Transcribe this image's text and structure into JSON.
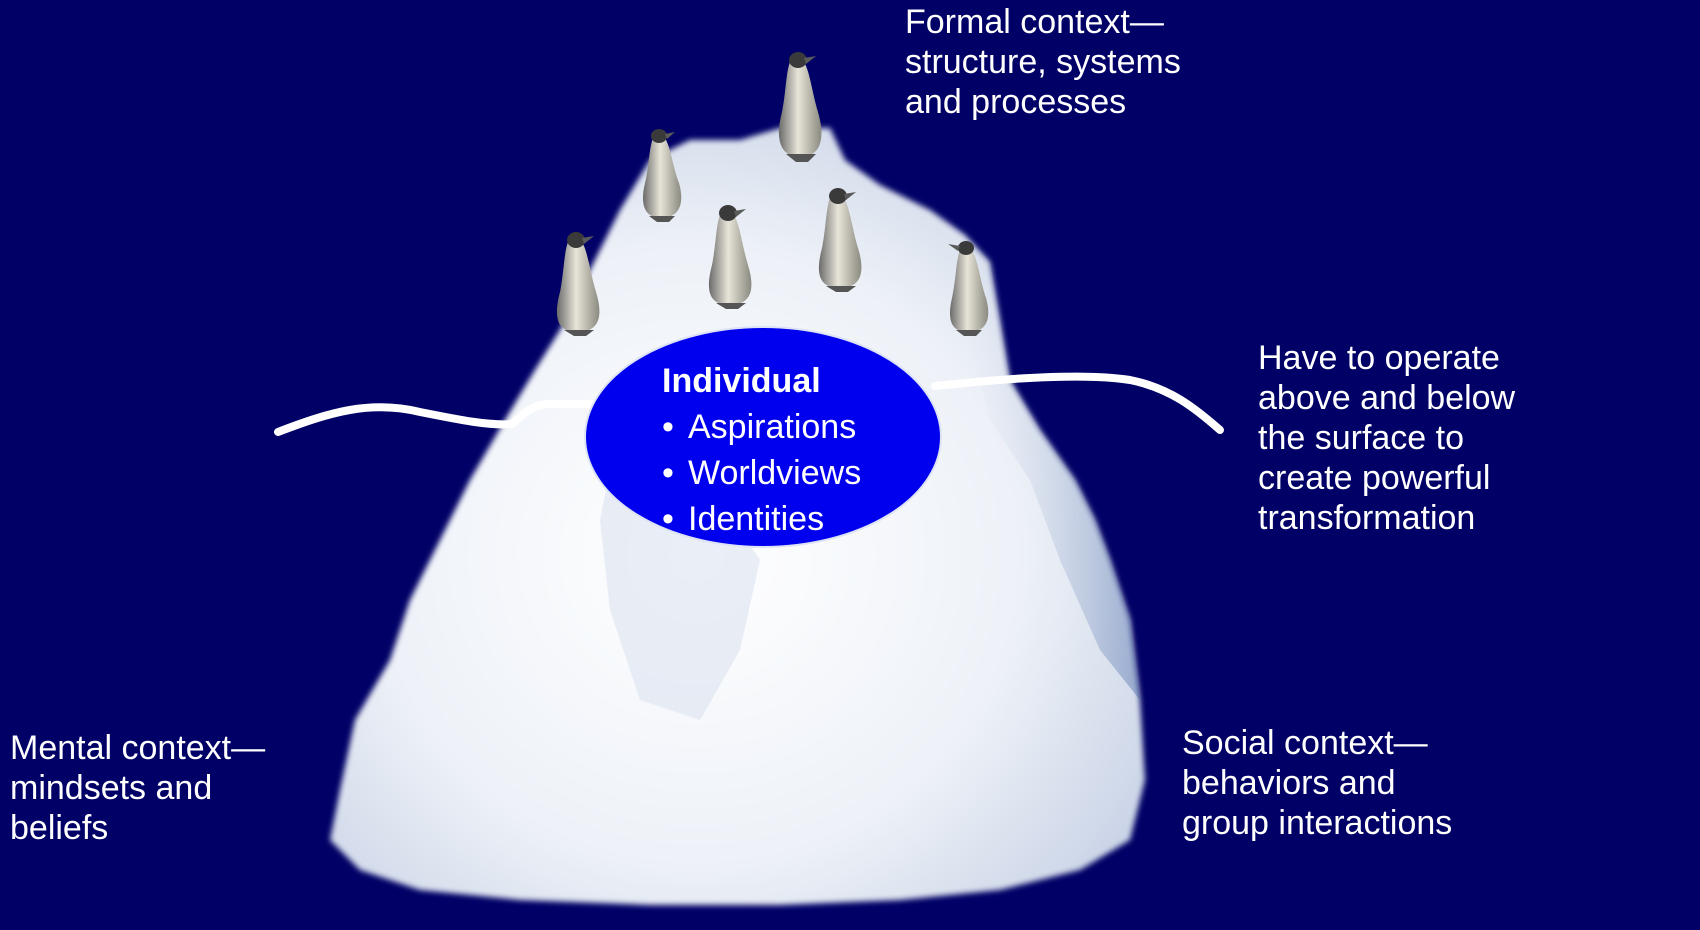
{
  "captions": {
    "formal": [
      "Formal context—",
      "structure, systems",
      "and processes"
    ],
    "operate": [
      "Have to operate",
      "above and below",
      "the surface to",
      "create powerful",
      "transformation"
    ],
    "mental": [
      "Mental context—",
      "mindsets and",
      "beliefs"
    ],
    "social": [
      "Social context—",
      "behaviors and",
      "group interactions"
    ]
  },
  "center": {
    "title": "Individual",
    "bullet_glyph": "•",
    "items": [
      "Aspirations",
      "Worldviews",
      "Identities"
    ]
  },
  "colors": {
    "background": "#000066",
    "text": "#ffffff",
    "ellipse_fill": "#0000ee",
    "iceberg": "#eef2f8",
    "waterline": "#ffffff"
  },
  "icons": {
    "iceberg": "iceberg-icon",
    "penguin": "penguin-icon"
  }
}
